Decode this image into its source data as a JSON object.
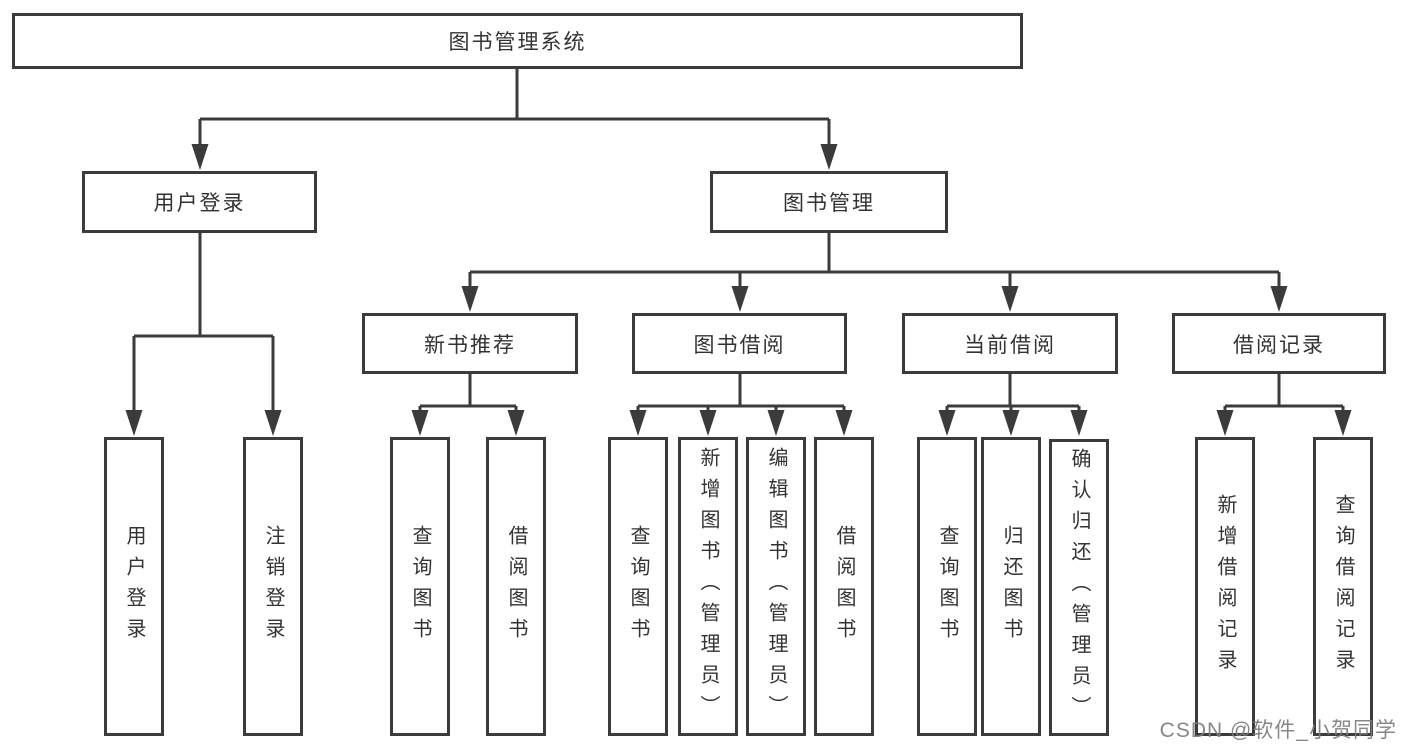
{
  "tree": {
    "root": {
      "label": "图书管理系统"
    },
    "branches": [
      {
        "label": "用户登录",
        "children": [
          {
            "label": "用户登录"
          },
          {
            "label": "注销登录"
          }
        ]
      },
      {
        "label": "图书管理",
        "children": [
          {
            "label": "新书推荐",
            "children": [
              {
                "label": "查询图书"
              },
              {
                "label": "借阅图书"
              }
            ]
          },
          {
            "label": "图书借阅",
            "children": [
              {
                "label": "查询图书"
              },
              {
                "label": "新增图书（管理员）"
              },
              {
                "label": "编辑图书（管理员）"
              },
              {
                "label": "借阅图书"
              }
            ]
          },
          {
            "label": "当前借阅",
            "children": [
              {
                "label": "查询图书"
              },
              {
                "label": "归还图书"
              },
              {
                "label": "确认归还（管理员）"
              }
            ]
          },
          {
            "label": "借阅记录",
            "children": [
              {
                "label": "新增借阅记录"
              },
              {
                "label": "查询借阅记录"
              }
            ]
          }
        ]
      }
    ]
  },
  "watermark": {
    "text": "CSDN @软件_小贺同学"
  },
  "colors": {
    "line": "#3b3b3b",
    "text": "#333333",
    "background": "#ffffff",
    "watermark": "#7d7d7d"
  }
}
